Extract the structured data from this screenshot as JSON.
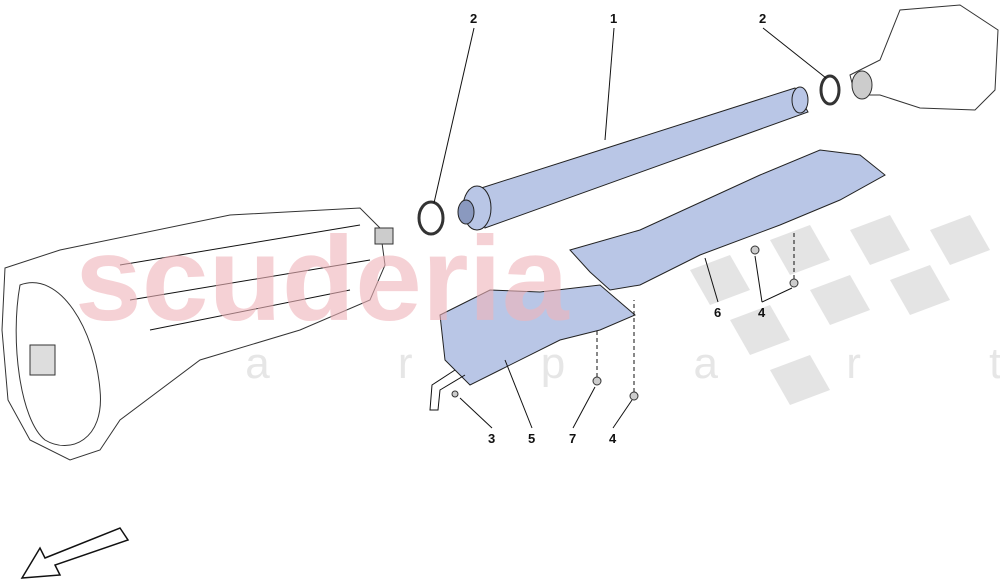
{
  "watermark": {
    "title": "scuderia",
    "subtitle": "c a r   p a r t s"
  },
  "colors": {
    "part_fill": "#b9c6e6",
    "watermark": "#f3c4c8",
    "checker": "#e2e2e2"
  },
  "callouts": [
    {
      "id": "c2a",
      "label": "2"
    },
    {
      "id": "c1",
      "label": "1"
    },
    {
      "id": "c2b",
      "label": "2"
    },
    {
      "id": "c6",
      "label": "6"
    },
    {
      "id": "c4a",
      "label": "4"
    },
    {
      "id": "c3",
      "label": "3"
    },
    {
      "id": "c5",
      "label": "5"
    },
    {
      "id": "c7",
      "label": "7"
    },
    {
      "id": "c4b",
      "label": "4"
    }
  ],
  "icons": {
    "direction": "front-arrow-icon"
  }
}
